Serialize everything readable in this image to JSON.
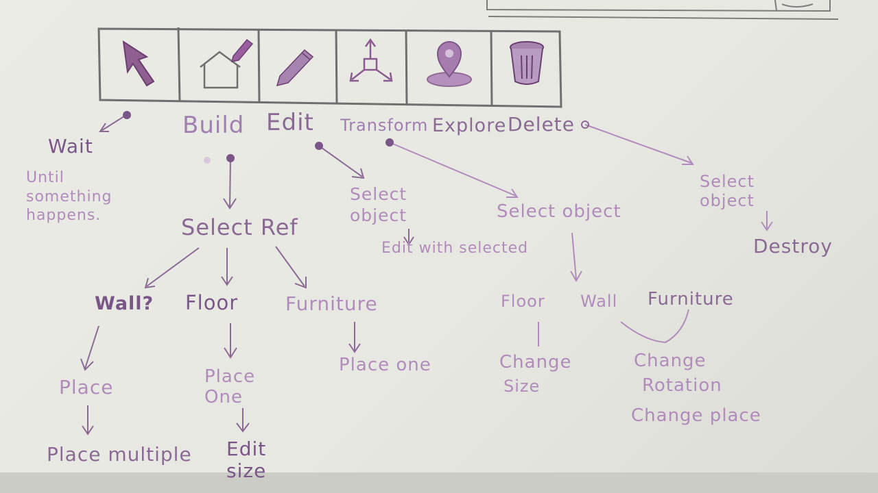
{
  "toolbar": {
    "tools": [
      {
        "icon": "cursor-arrow-icon",
        "label": "",
        "action": "Wait",
        "note": "Until something happens."
      },
      {
        "icon": "house-pencil-icon",
        "label": "Build"
      },
      {
        "icon": "pencil-icon",
        "label": "Edit"
      },
      {
        "icon": "transform-axes-icon",
        "label": "Transform"
      },
      {
        "icon": "map-pin-icon",
        "label": "Explore"
      },
      {
        "icon": "trash-can-icon",
        "label": "Delete"
      }
    ]
  },
  "build": {
    "step": "Select Ref",
    "branches": [
      {
        "label": "Wall?",
        "steps": [
          "Place",
          "Place multiple"
        ]
      },
      {
        "label": "Floor",
        "steps": [
          "Place One",
          "Edit size"
        ]
      },
      {
        "label": "Furniture",
        "steps": [
          "Place one"
        ]
      }
    ]
  },
  "edit": {
    "step": "Select object",
    "note": "Edit with selected"
  },
  "transform": {
    "step": "Select object",
    "targets": [
      "Floor",
      "Wall",
      "Furniture"
    ],
    "floor_result": [
      "Change",
      "Size"
    ],
    "furniture_result": [
      "Change",
      "Rotation",
      "Change place"
    ]
  },
  "delete": {
    "step": "Select object",
    "result": "Destroy"
  },
  "colors": {
    "ink": "#7a5688",
    "ink_light": "#b08bbb",
    "paper": "#e9e9e3",
    "pencil": "#6b6b6b"
  }
}
